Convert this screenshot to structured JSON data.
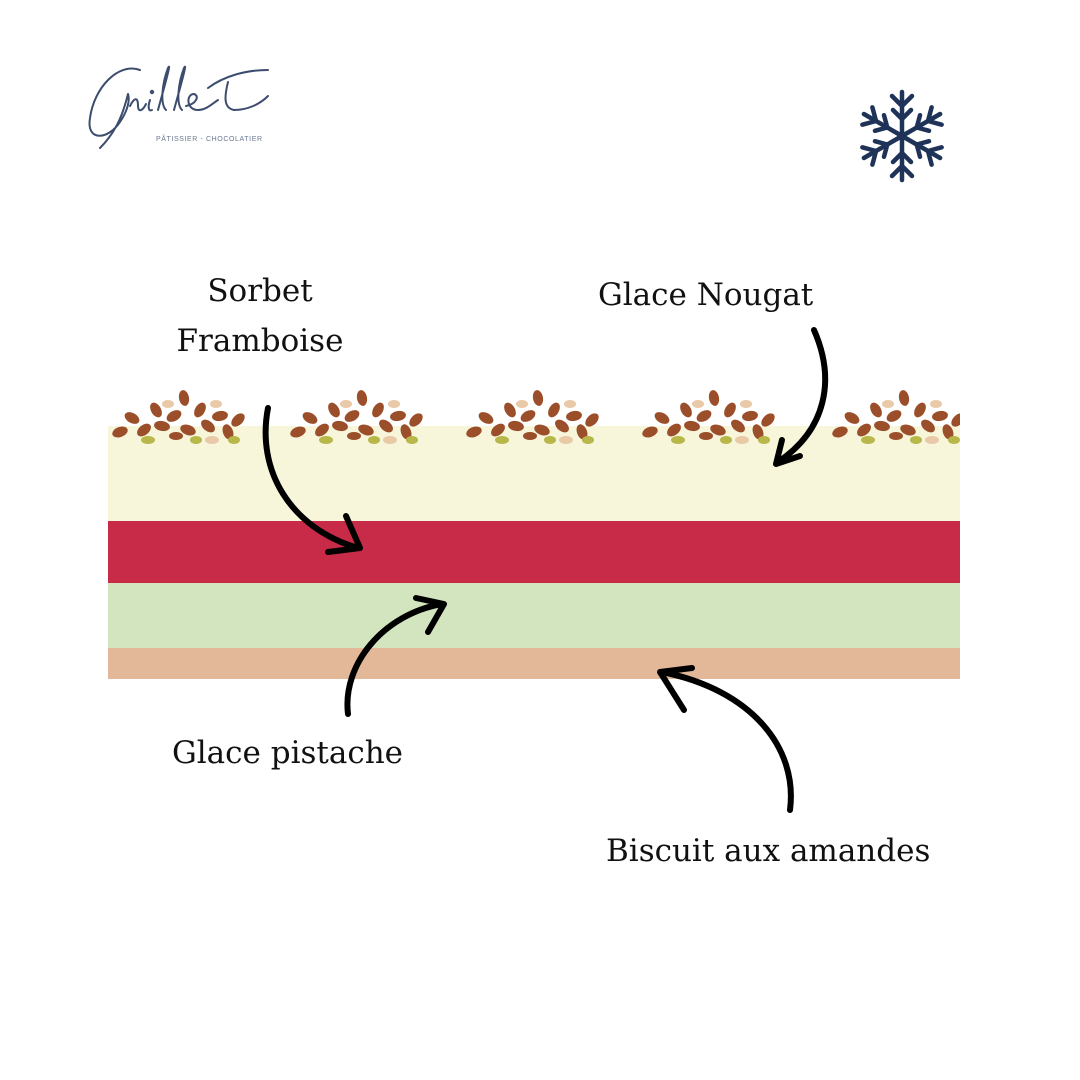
{
  "brand": {
    "logo_script": "Guillet",
    "logo_subtitle": "PÂTISSIER - CHOCOLATIER",
    "logo_color": "#3d4d6e"
  },
  "badge": {
    "icon": "snowflake-icon",
    "color": "#1e3357"
  },
  "layers": [
    {
      "name": "Glace Nougat",
      "color": "#f8f6da"
    },
    {
      "name": "Sorbet Framboise",
      "color": "#c72b48"
    },
    {
      "name": "Glace pistache",
      "color": "#d3e5be"
    },
    {
      "name": "Biscuit aux amandes",
      "color": "#e2b898"
    }
  ],
  "topping": {
    "almond_color": "#9a4e2a",
    "pistachio_color": "#b8b84a",
    "nut_light_color": "#e8c9a8"
  },
  "labels": {
    "sorbet_line1": "Sorbet",
    "sorbet_line2": "Framboise",
    "nougat": "Glace Nougat",
    "pistache": "Glace pistache",
    "biscuit": "Biscuit aux amandes"
  }
}
